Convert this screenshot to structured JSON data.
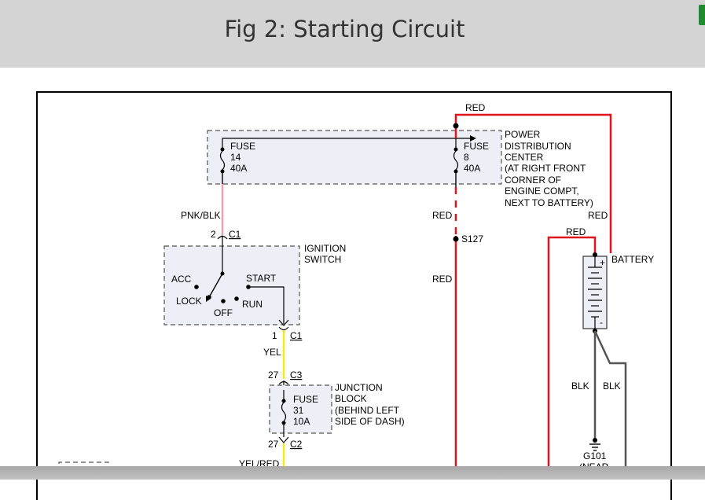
{
  "header": {
    "title": "Fig 2: Starting Circuit"
  },
  "diagram": {
    "power_dist": {
      "fuse14": {
        "label": "FUSE",
        "number": "14",
        "rating": "40A"
      },
      "fuse8": {
        "label": "FUSE",
        "number": "8",
        "rating": "40A"
      },
      "desc": [
        "POWER",
        "DISTRIBUTION",
        "CENTER",
        "(AT RIGHT FRONT",
        "CORNER OF",
        "ENGINE COMPT,",
        "NEXT TO BATTERY)"
      ]
    },
    "ignition": {
      "title": [
        "IGNITION",
        "SWITCH"
      ],
      "acc": "ACC",
      "lock": "LOCK",
      "off": "OFF",
      "run": "RUN",
      "start": "START"
    },
    "junction": {
      "fuse_label": "FUSE",
      "fuse_number": "31",
      "fuse_rating": "10A",
      "desc": [
        "JUNCTION",
        "BLOCK",
        "(BEHIND LEFT",
        "SIDE OF DASH)"
      ]
    },
    "battery": {
      "label": "BATTERY",
      "plus": "+",
      "minus": "-"
    },
    "wires": {
      "red_top": "RED",
      "red_mid": "RED",
      "red_low": "RED",
      "red_right": "RED",
      "red_batt": "RED",
      "pnk_blk": "PNK/BLK",
      "yel": "YEL",
      "yel_red": "YEL/RED",
      "blk1": "BLK",
      "blk2": "BLK"
    },
    "connectors": {
      "c1_top_pin": "2",
      "c1_top_name": "C1",
      "c1_bot_pin": "1",
      "c1_bot_name": "C1",
      "c3_pin": "27",
      "c3_name": "C3",
      "c2_pin": "27",
      "c2_name": "C2"
    },
    "splice": "S127",
    "ground": {
      "label": "G101",
      "note": "(NEAR"
    }
  }
}
